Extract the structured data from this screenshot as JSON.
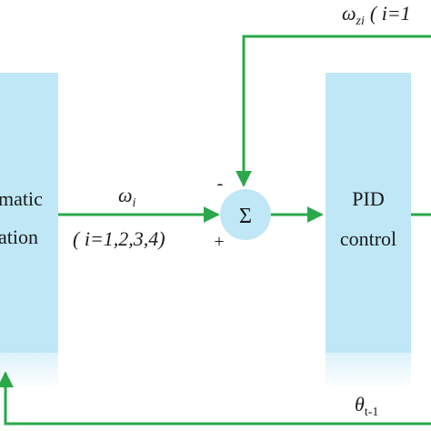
{
  "blocks": {
    "left_line1": "matic",
    "left_line2": "ation",
    "pid_line1": "PID",
    "pid_line2": "control"
  },
  "summer": {
    "symbol": "Σ",
    "minus_sign": "-",
    "plus_sign": "+"
  },
  "labels": {
    "omega_i_base": "ω",
    "omega_i_sub": "i",
    "index_range": "( i=1,2,3,4)",
    "omega_zi_base": "ω",
    "omega_zi_sub": "zi",
    "omega_zi_suffix": "( i=1",
    "theta_base": "θ",
    "theta_sub": "t-1"
  },
  "colors": {
    "arrow": "#2aa84a",
    "block_fill": "#bfe7f6",
    "summer_fill": "#bfe7f6",
    "text": "#1a1a1a"
  }
}
